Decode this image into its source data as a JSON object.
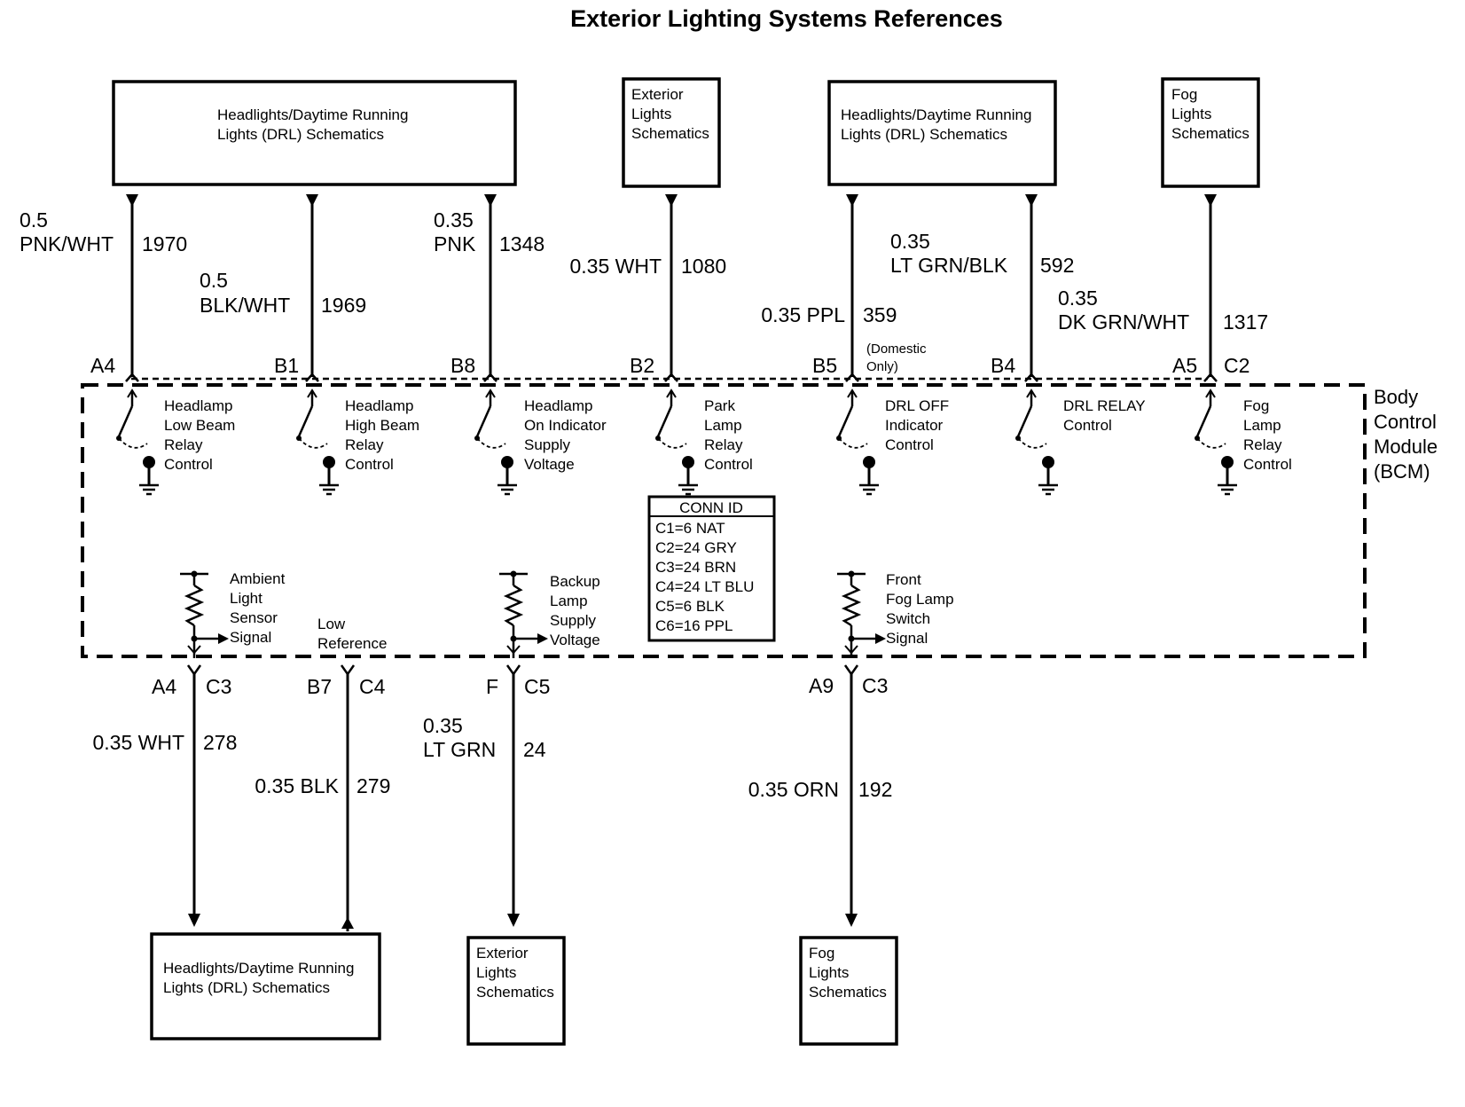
{
  "title": "Exterior Lighting Systems References",
  "bcm": {
    "lines": [
      "Body",
      "Control",
      "Module",
      "(BCM)"
    ]
  },
  "top_boxes": [
    {
      "lines": [
        "Headlights/Daytime Running",
        "Lights (DRL) Schematics"
      ]
    },
    {
      "lines": [
        "Exterior",
        "Lights",
        "Schematics"
      ]
    },
    {
      "lines": [
        "Headlights/Daytime Running",
        "Lights (DRL) Schematics"
      ]
    },
    {
      "lines": [
        "Fog",
        "Lights",
        "Schematics"
      ]
    }
  ],
  "top_circuits": [
    {
      "pin": "A4",
      "connector": "",
      "size": "0.5",
      "color": "PNK/WHT",
      "circuit": "1970",
      "function": [
        "Headlamp",
        "Low Beam",
        "Relay",
        "Control"
      ]
    },
    {
      "pin": "B1",
      "connector": "",
      "size": "0.5",
      "color": "BLK/WHT",
      "circuit": "1969",
      "function": [
        "Headlamp",
        "High Beam",
        "Relay",
        "Control"
      ]
    },
    {
      "pin": "B8",
      "connector": "",
      "size": "0.35",
      "color": "PNK",
      "circuit": "1348",
      "function": [
        "Headlamp",
        "On Indicator",
        "Supply",
        "Voltage"
      ]
    },
    {
      "pin": "B2",
      "connector": "",
      "wire": "0.35 WHT",
      "circuit": "1080",
      "function": [
        "Park",
        "Lamp",
        "Relay",
        "Control"
      ]
    },
    {
      "pin": "B5",
      "connector": "",
      "wire": "0.35 PPL",
      "circuit": "359",
      "note": [
        "(Domestic",
        "Only)"
      ],
      "function": [
        "DRL OFF",
        "Indicator",
        "Control"
      ]
    },
    {
      "pin": "B4",
      "connector": "",
      "size": "0.35",
      "color": "LT GRN/BLK",
      "circuit": "592",
      "function": [
        "DRL RELAY",
        "Control"
      ]
    },
    {
      "pin": "A5",
      "connector": "C2",
      "size": "0.35",
      "color": "DK GRN/WHT",
      "circuit": "1317",
      "function": [
        "Fog",
        "Lamp",
        "Relay",
        "Control"
      ]
    }
  ],
  "conn_id": {
    "header": "CONN ID",
    "rows": [
      "C1=6 NAT",
      "C2=24 GRY",
      "C3=24 BRN",
      "C4=24 LT BLU",
      "C5=6 BLK",
      "C6=16 PPL"
    ]
  },
  "bottom_circuits": [
    {
      "pin": "A4",
      "connector": "C3",
      "wire": "0.35 WHT",
      "circuit": "278",
      "function": [
        "Ambient",
        "Light",
        "Sensor",
        "Signal"
      ]
    },
    {
      "pin": "B7",
      "connector": "C4",
      "wire": "0.35 BLK",
      "circuit": "279",
      "function": [
        "Low",
        "Reference"
      ]
    },
    {
      "pin": "F",
      "connector": "C5",
      "size": "0.35",
      "color": "LT GRN",
      "circuit": "24",
      "function": [
        "Backup",
        "Lamp",
        "Supply",
        "Voltage"
      ]
    },
    {
      "pin": "A9",
      "connector": "C3",
      "wire": "0.35 ORN",
      "circuit": "192",
      "function": [
        "Front",
        "Fog Lamp",
        "Switch",
        "Signal"
      ]
    }
  ],
  "bottom_boxes": [
    {
      "lines": [
        "Headlights/Daytime Running",
        "Lights (DRL) Schematics"
      ]
    },
    {
      "lines": [
        "Exterior",
        "Lights",
        "Schematics"
      ]
    },
    {
      "lines": [
        "Fog",
        "Lights",
        "Schematics"
      ]
    }
  ]
}
